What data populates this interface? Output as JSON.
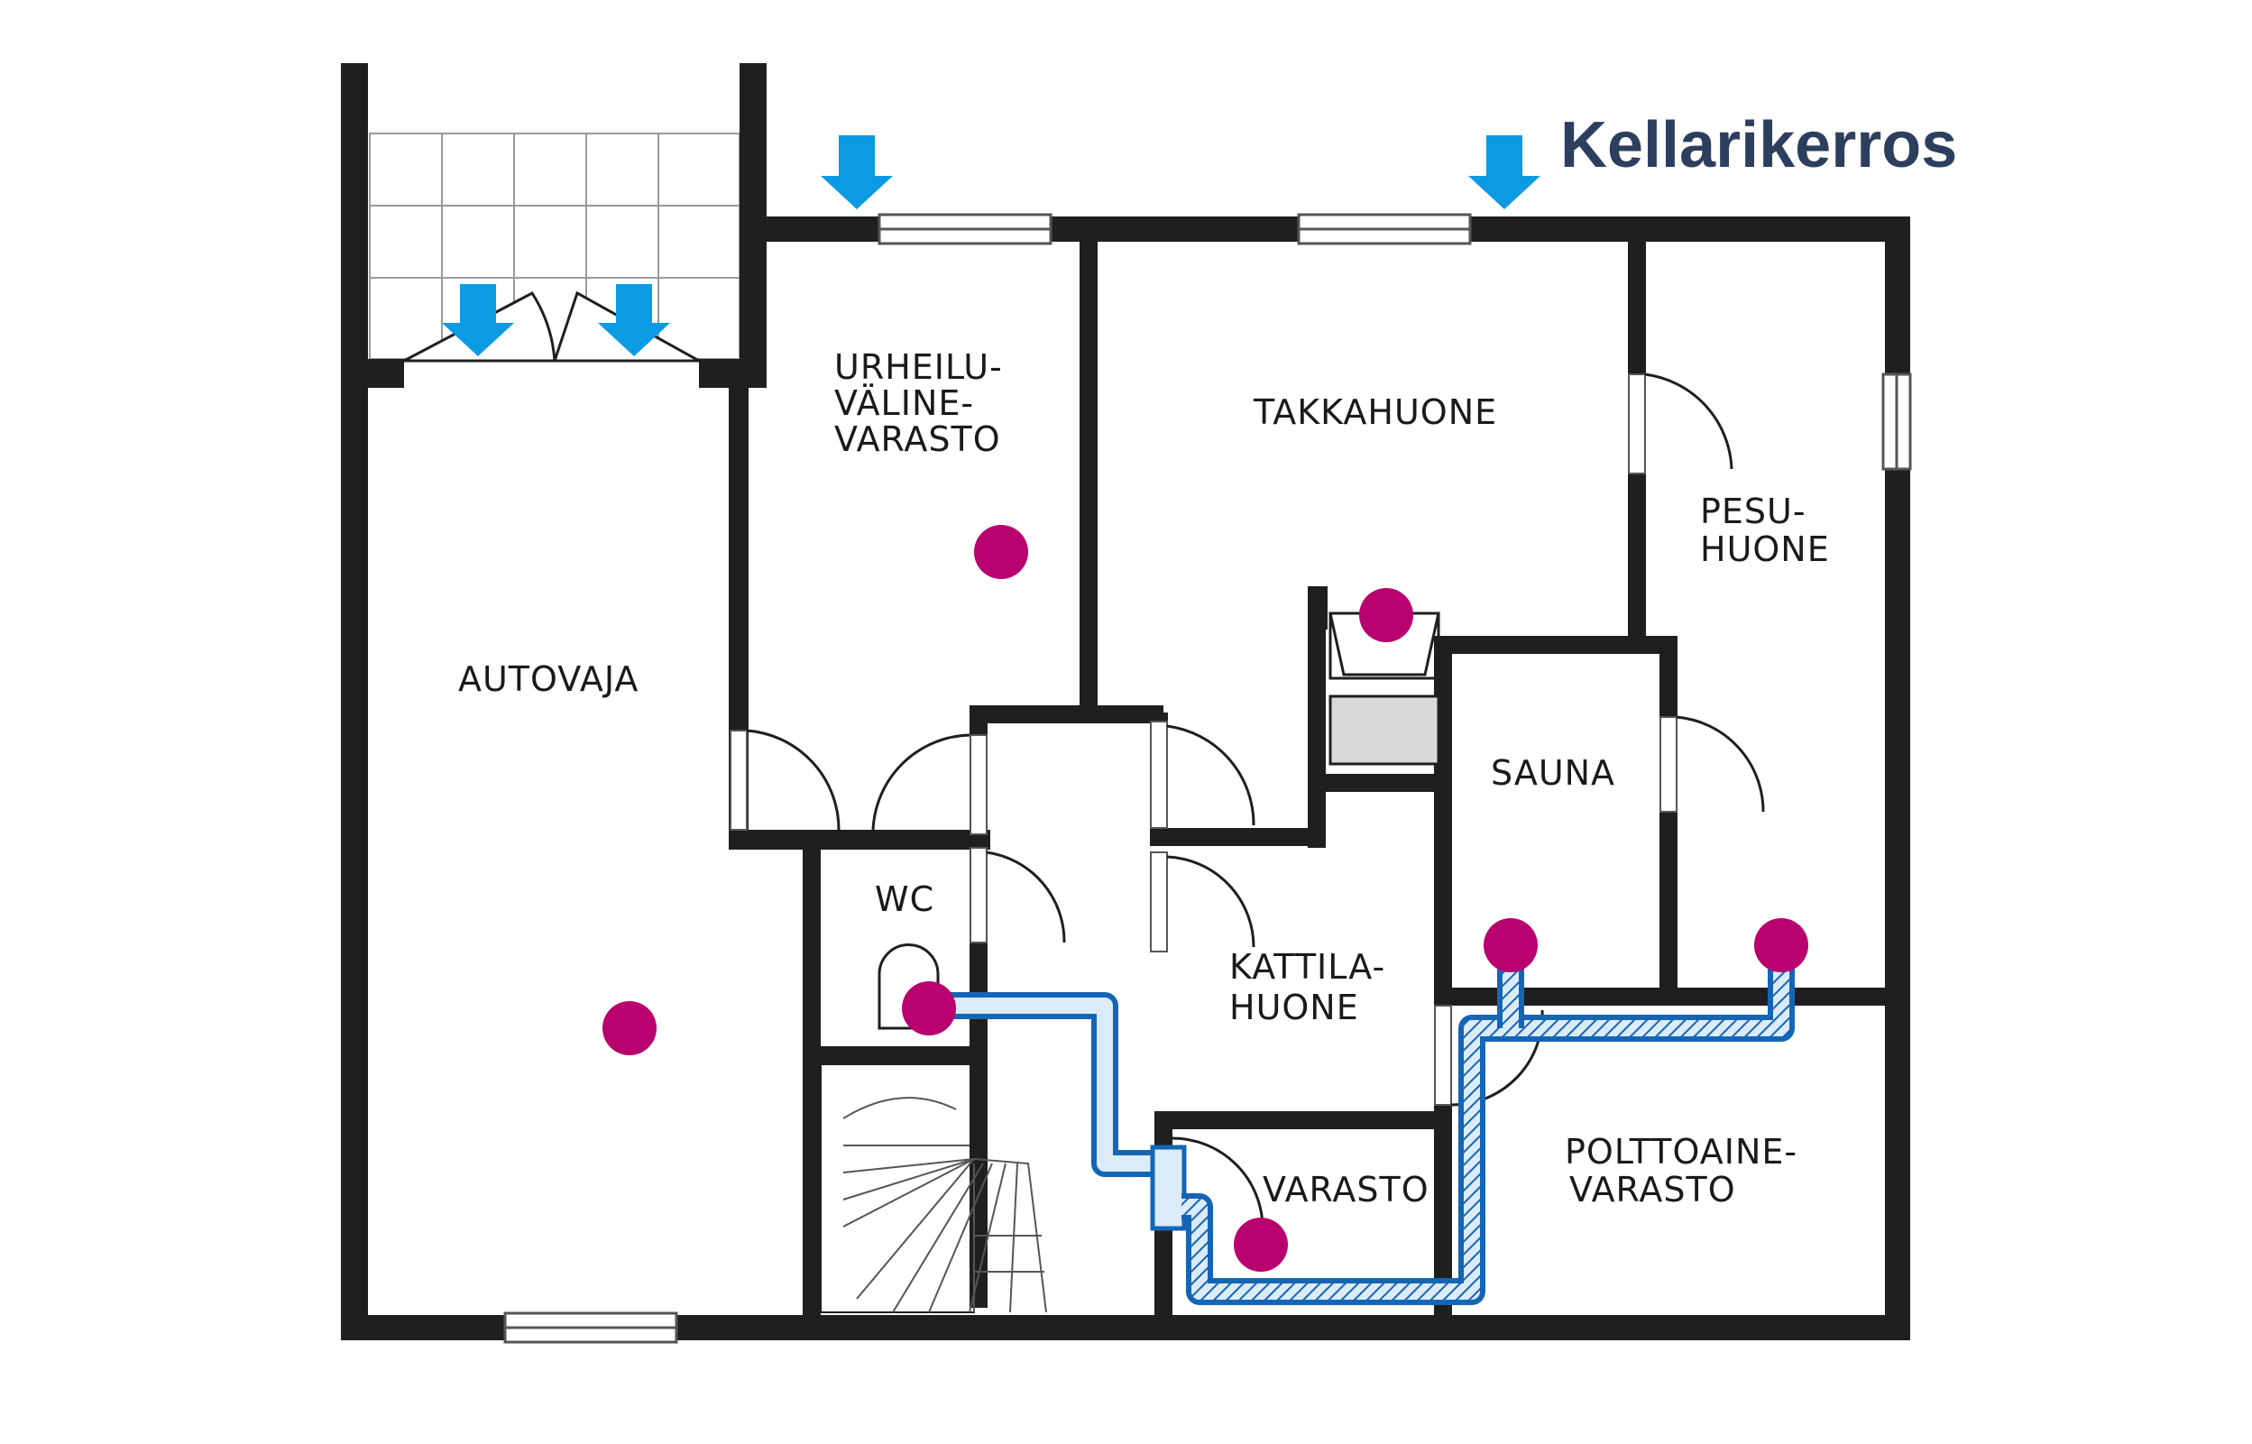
{
  "title": "Kellarikerros",
  "rooms": {
    "autovaja": "AUTOVAJA",
    "urheiluvalinevarasto": [
      "URHEILU-",
      "VÄLINE-",
      "VARASTO"
    ],
    "takkahuone": "TAKKAHUONE",
    "pesuhuone": [
      "PESU-",
      "HUONE"
    ],
    "sauna": "SAUNA",
    "wc": "WC",
    "kattilahuone": [
      "KATTILA-",
      "HUONE"
    ],
    "varasto": "VARASTO",
    "polttoainevarasto": [
      "POLTTOAINE-",
      "VARASTO"
    ]
  },
  "colors": {
    "wall": "#1f1f1f",
    "supply_arrow": "#0a9be3",
    "exhaust_point": "#b8006e",
    "duct": "#1565b5",
    "duct_fill": "#dcebf8",
    "title": "#2d3f5e",
    "fixture_gray": "#d9d9d9"
  },
  "legend_symbols": {
    "supply_air": "arrow-down-icon",
    "exhaust_point": "dot-icon"
  }
}
